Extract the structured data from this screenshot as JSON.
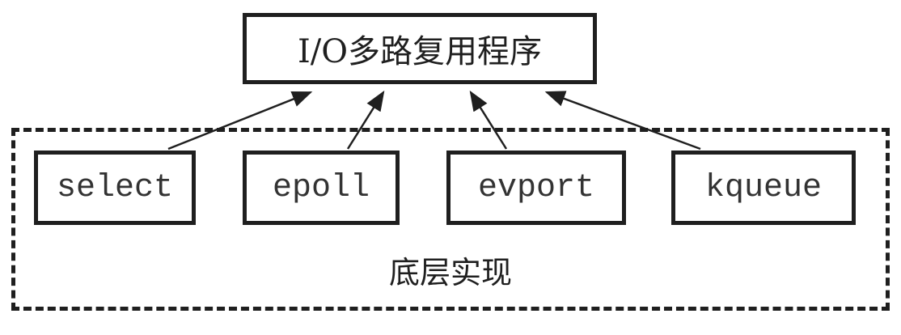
{
  "top": {
    "label": "I/O多路复用程序"
  },
  "implementations": [
    {
      "label": "select"
    },
    {
      "label": "epoll"
    },
    {
      "label": "evport"
    },
    {
      "label": "kqueue"
    }
  ],
  "group": {
    "label": "底层实现"
  }
}
